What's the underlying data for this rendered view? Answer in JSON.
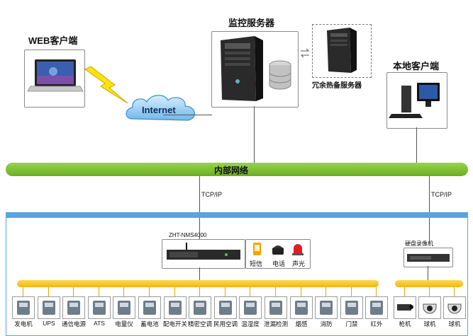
{
  "nodes": {
    "web_client": "WEB客户端",
    "internet": "Internet",
    "monitor_server": "监控服务器",
    "redundant_server": "冗余热备服务器",
    "local_client": "本地客户端",
    "intranet": "内部网络",
    "protocol_left": "TCP/IP",
    "protocol_right": "TCP/IP",
    "nms_unit": "ZHT-NMS4000",
    "dvr": "硬盘录像机"
  },
  "alarms": [
    {
      "label": "短信",
      "icon": "phone-icon"
    },
    {
      "label": "电话",
      "icon": "telephone-icon"
    },
    {
      "label": "声光",
      "icon": "alarm-light-icon"
    }
  ],
  "devices": [
    {
      "label": "发电机",
      "icon": "generator-icon"
    },
    {
      "label": "UPS",
      "icon": "ups-icon"
    },
    {
      "label": "通信电源",
      "icon": "power-supply-icon"
    },
    {
      "label": "ATS",
      "icon": "ats-icon"
    },
    {
      "label": "电量仪",
      "icon": "meter-icon"
    },
    {
      "label": "蓄电池",
      "icon": "battery-icon"
    },
    {
      "label": "配电开关",
      "icon": "switch-icon"
    },
    {
      "label": "精密空调",
      "icon": "precision-ac-icon"
    },
    {
      "label": "民用空调",
      "icon": "ac-icon"
    },
    {
      "label": "温湿度",
      "icon": "thermometer-icon"
    },
    {
      "label": "泄漏检测",
      "icon": "leak-icon"
    },
    {
      "label": "烟感",
      "icon": "smoke-icon"
    },
    {
      "label": "消防",
      "icon": "extinguisher-icon"
    },
    {
      "label": "门禁",
      "icon": "access-icon"
    },
    {
      "label": "红外",
      "icon": "infrared-icon"
    }
  ],
  "cameras": [
    {
      "label": "枪机",
      "icon": "bullet-camera-icon"
    },
    {
      "label": "球机",
      "icon": "dome-camera-icon"
    },
    {
      "label": "球机",
      "icon": "dome-camera-icon"
    }
  ]
}
